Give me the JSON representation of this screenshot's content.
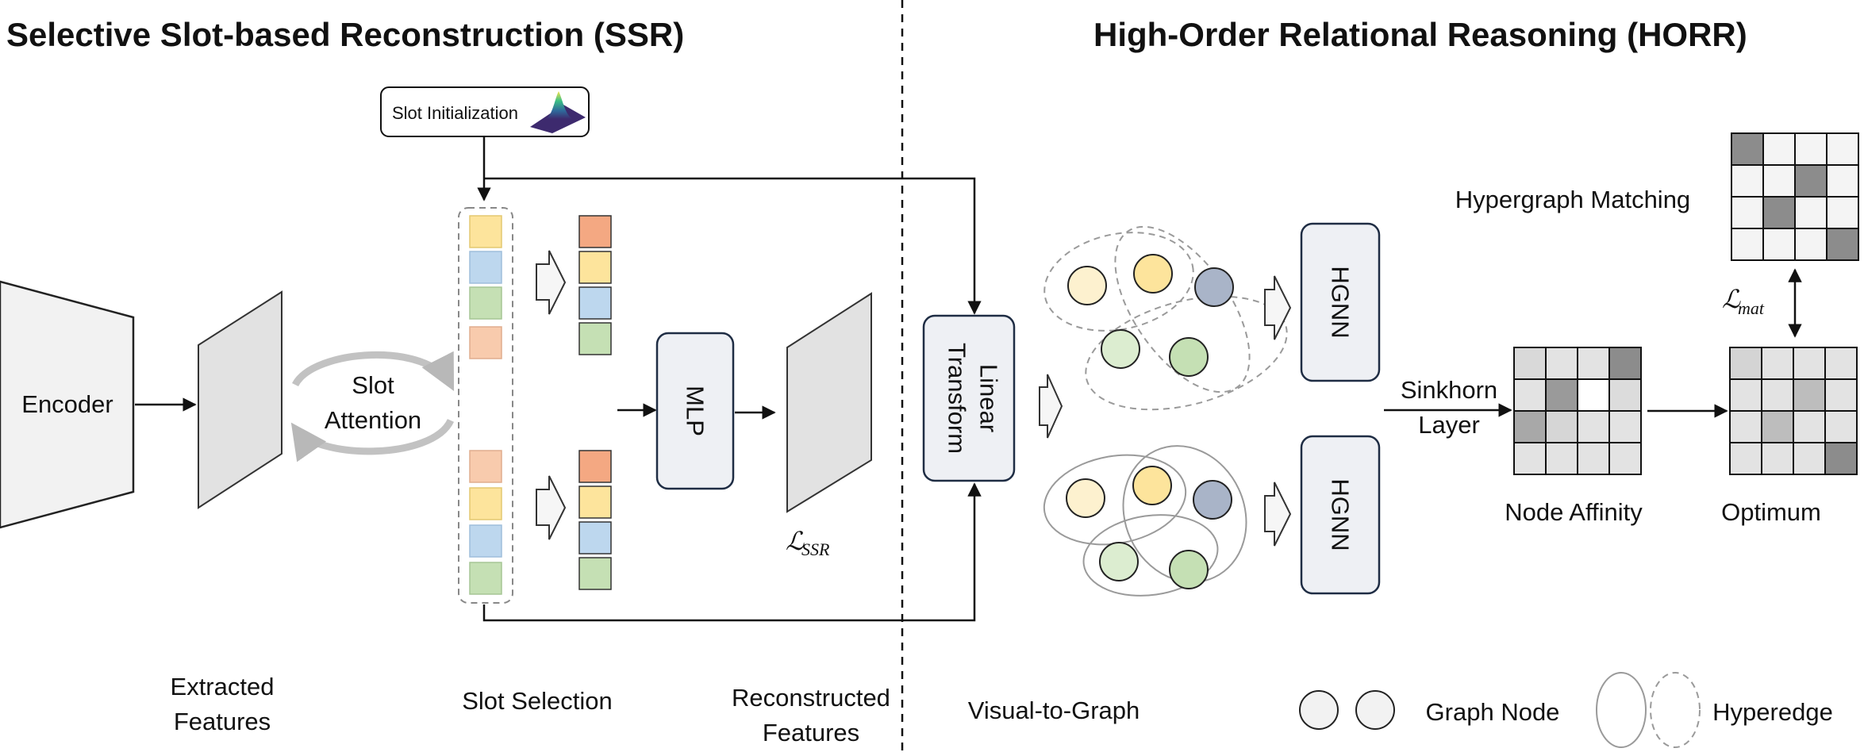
{
  "titles": {
    "left": "Selective Slot-based Reconstruction (SSR)",
    "right": "High-Order Relational Reasoning (HORR)"
  },
  "ssr": {
    "encoder": "Encoder",
    "slot_init": "Slot Initialization",
    "slot_attention_line1": "Slot",
    "slot_attention_line2": "Attention",
    "mlp": "MLP",
    "loss_script": "ℒ",
    "loss_sub": "SSR",
    "captions": {
      "extracted_1": "Extracted",
      "extracted_2": "Features",
      "slot_selection": "Slot Selection",
      "reconstructed_1": "Reconstructed",
      "reconstructed_2": "Features"
    }
  },
  "horr": {
    "linear_transform_1": "Linear",
    "linear_transform_2": "Transform",
    "hgnn_top": "HGNN",
    "hgnn_bottom": "HGNN",
    "sinkhorn_1": "Sinkhorn",
    "sinkhorn_2": "Layer",
    "node_affinity": "Node Affinity",
    "optimum": "Optimum",
    "hypergraph_matching": "Hypergraph Matching",
    "loss_script": "ℒ",
    "loss_sub": "mat",
    "captions": {
      "visual_to_graph": "Visual-to-Graph",
      "graph_node": "Graph Node",
      "hyperedge": "Hyperedge"
    }
  },
  "colors": {
    "orange": "#f4a882",
    "yellow": "#fde49c",
    "blue": "#bdd7ee",
    "green": "#c5e0b4",
    "salmon": "#f8cbad",
    "node_cream": "#fdf1cf",
    "node_yellow": "#fde49c",
    "node_slate": "#a9b4c8",
    "node_lightgreen": "#dcedd0",
    "node_green": "#c5e0b4",
    "box_fill": "#eef0f4",
    "box_stroke": "#1f2d44",
    "plane_fill": "#e2e2e2"
  },
  "matrices": {
    "node_affinity": [
      [
        "#d9d9d9",
        "#e3e3e3",
        "#e3e3e3",
        "#8c8c8c"
      ],
      [
        "#e3e3e3",
        "#9a9a9a",
        "#ffffff",
        "#dcdcdc"
      ],
      [
        "#a8a8a8",
        "#d6d6d6",
        "#e3e3e3",
        "#e3e3e3"
      ],
      [
        "#e3e3e3",
        "#e3e3e3",
        "#e3e3e3",
        "#e3e3e3"
      ]
    ],
    "optimum": [
      [
        "#d4d4d4",
        "#e3e3e3",
        "#e3e3e3",
        "#e3e3e3"
      ],
      [
        "#e3e3e3",
        "#e3e3e3",
        "#bdbdbd",
        "#e3e3e3"
      ],
      [
        "#e3e3e3",
        "#bdbdbd",
        "#e3e3e3",
        "#e3e3e3"
      ],
      [
        "#e3e3e3",
        "#e3e3e3",
        "#e3e3e3",
        "#8c8c8c"
      ]
    ],
    "matching": [
      [
        "#8c8c8c",
        "#f4f4f4",
        "#f4f4f4",
        "#f4f4f4"
      ],
      [
        "#f4f4f4",
        "#f4f4f4",
        "#8c8c8c",
        "#f4f4f4"
      ],
      [
        "#f4f4f4",
        "#8c8c8c",
        "#f4f4f4",
        "#f4f4f4"
      ],
      [
        "#f4f4f4",
        "#f4f4f4",
        "#f4f4f4",
        "#8c8c8c"
      ]
    ]
  }
}
